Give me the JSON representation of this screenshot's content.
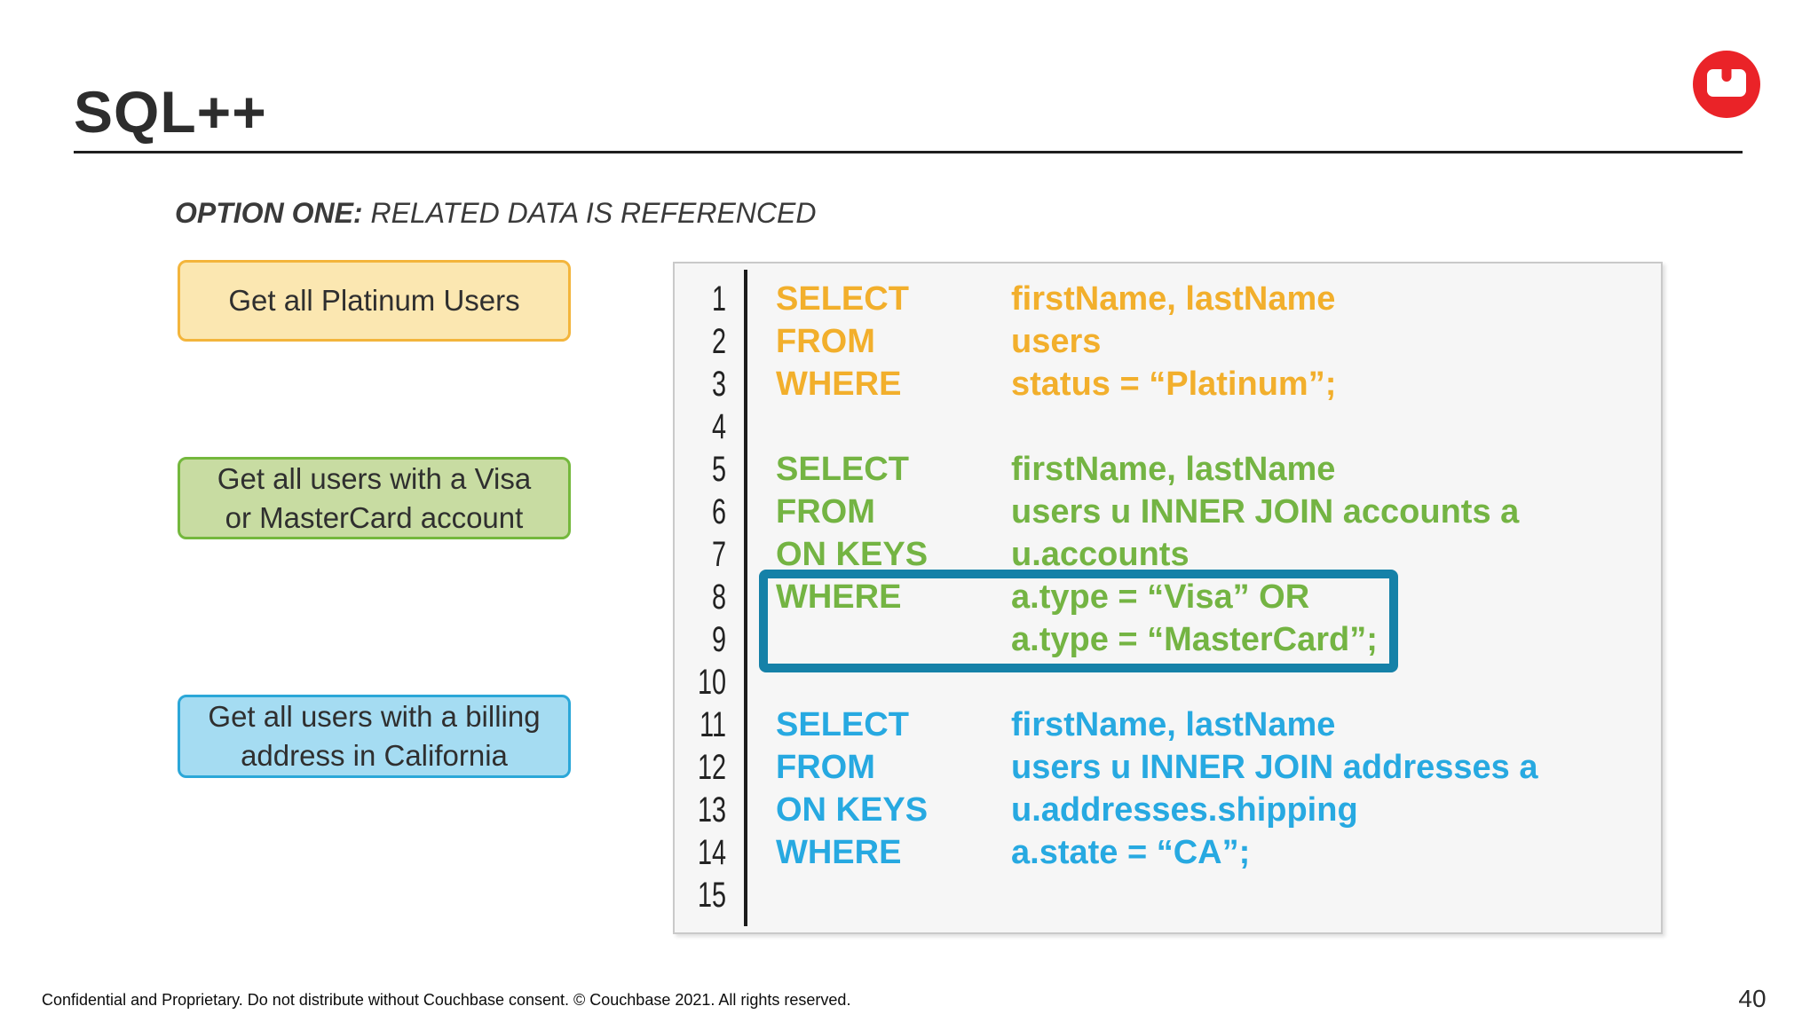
{
  "slide": {
    "title": "SQL++",
    "subtitle_bold": "OPTION ONE:",
    "subtitle_rest": " RELATED DATA IS REFERENCED",
    "footer": "Confidential and Proprietary. Do not distribute without Couchbase consent. © Couchbase 2021. All rights reserved.",
    "page_number": "40"
  },
  "logo": {
    "icon": "couchbase-logo",
    "color": "#EA2328"
  },
  "callouts": [
    {
      "id": "platinum-users",
      "lines": [
        "Get all Platinum Users"
      ],
      "fill": "#FBE7B1",
      "border": "#F3B53C"
    },
    {
      "id": "visa-mastercard",
      "lines": [
        "Get all users with a Visa",
        "or MasterCard account"
      ],
      "fill": "#C8DCA2",
      "border": "#74B83D"
    },
    {
      "id": "billing-california",
      "lines": [
        "Get all users with a billing",
        "address in California"
      ],
      "fill": "#A5DCF2",
      "border": "#2BA7D8"
    }
  ],
  "code_panel": {
    "highlight_color": "#1581A8",
    "highlighted_lines": "8-9",
    "colors": {
      "yellow": "#F2AF2C",
      "green": "#74B443",
      "blue": "#27A9E1"
    },
    "lines": [
      {
        "n": "1",
        "kw": "SELECT",
        "code": "firstName, lastName",
        "color": "yellow"
      },
      {
        "n": "2",
        "kw": "FROM",
        "code": "users",
        "color": "yellow"
      },
      {
        "n": "3",
        "kw": "WHERE",
        "code": "status = “Platinum”;",
        "color": "yellow"
      },
      {
        "n": "4",
        "kw": "",
        "code": "",
        "color": "yellow"
      },
      {
        "n": "5",
        "kw": "SELECT",
        "code": "firstName, lastName",
        "color": "green"
      },
      {
        "n": "6",
        "kw": "FROM",
        "code": "users u INNER JOIN accounts a",
        "color": "green"
      },
      {
        "n": "7",
        "kw": "ON KEYS",
        "code": "u.accounts",
        "color": "green"
      },
      {
        "n": "8",
        "kw": "WHERE",
        "code": "a.type = “Visa” OR",
        "color": "green"
      },
      {
        "n": "9",
        "kw": "",
        "code": "a.type = “MasterCard”;",
        "color": "green"
      },
      {
        "n": "10",
        "kw": "",
        "code": "",
        "color": "green"
      },
      {
        "n": "11",
        "kw": "SELECT",
        "code": "firstName, lastName",
        "color": "blue"
      },
      {
        "n": "12",
        "kw": "FROM",
        "code": "users u INNER JOIN addresses a",
        "color": "blue"
      },
      {
        "n": "13",
        "kw": "ON KEYS",
        "code": "u.addresses.shipping",
        "color": "blue"
      },
      {
        "n": "14",
        "kw": "WHERE",
        "code": "a.state = “CA”;",
        "color": "blue"
      },
      {
        "n": "15",
        "kw": "",
        "code": "",
        "color": "blue"
      }
    ]
  }
}
